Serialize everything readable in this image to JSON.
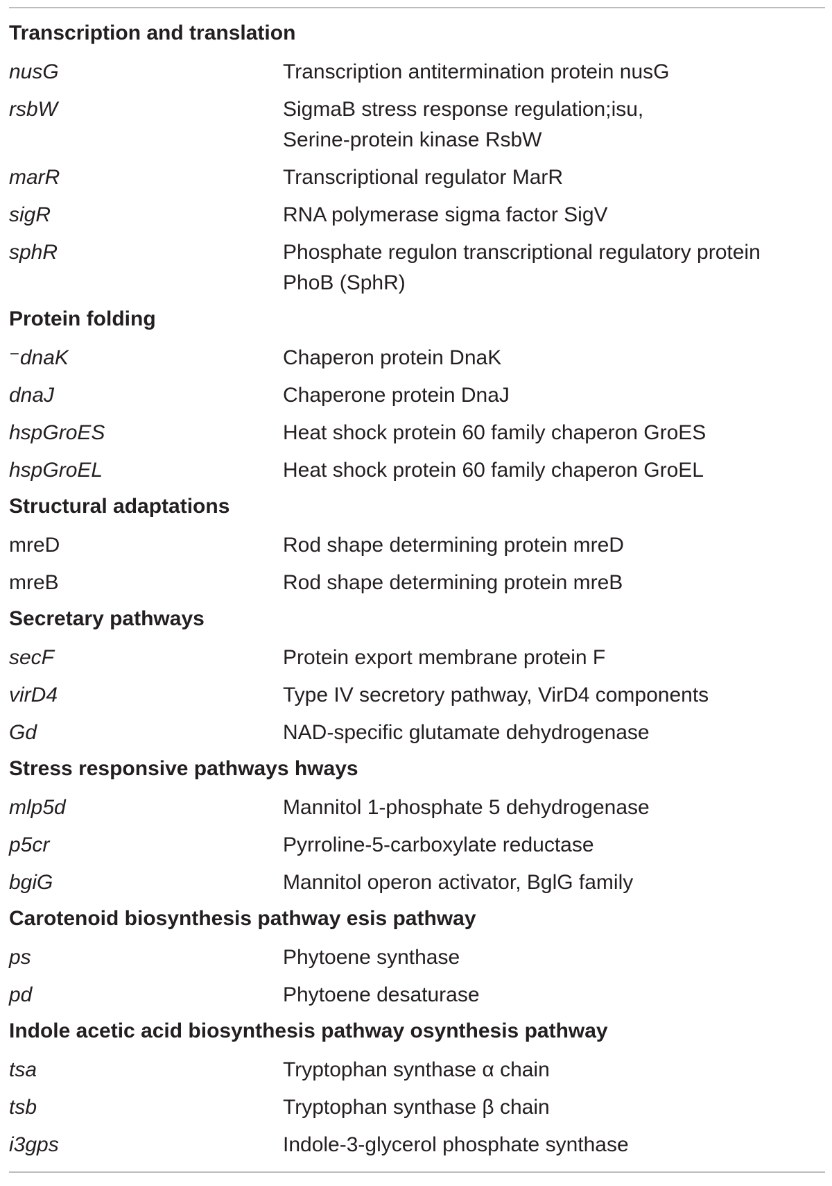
{
  "sections": [
    {
      "title": "Transcription and translation",
      "rows": [
        {
          "gene": "nusG",
          "italic": true,
          "description": "Transcription antitermination protein nusG"
        },
        {
          "gene": "rsbW",
          "italic": true,
          "description": "SigmaB stress response regulation;isu,\nSerine-protein kinase RsbW"
        },
        {
          "gene": "marR",
          "italic": true,
          "description": "Transcriptional regulator MarR"
        },
        {
          "gene": "sigR",
          "italic": true,
          "description": "RNA polymerase sigma factor SigV"
        },
        {
          "gene": "sphR",
          "italic": true,
          "description": "Phosphate regulon transcriptional regulatory protein\nPhoB (SphR)"
        }
      ]
    },
    {
      "title": "Protein folding",
      "rows": [
        {
          "gene": "⁻dnaK",
          "italic": true,
          "description": "Chaperon protein DnaK"
        },
        {
          "gene": "dnaJ",
          "italic": true,
          "description": "Chaperone protein DnaJ"
        },
        {
          "gene": "hspGroES",
          "italic": true,
          "description": "Heat shock protein 60 family chaperon GroES"
        },
        {
          "gene": "hspGroEL",
          "italic": true,
          "description": "Heat shock protein 60 family chaperon GroEL"
        }
      ]
    },
    {
      "title": "Structural adaptations",
      "rows": [
        {
          "gene": "mreD",
          "italic": false,
          "description": "Rod shape determining protein mreD"
        },
        {
          "gene": "mreB",
          "italic": false,
          "description": "Rod shape determining protein mreB"
        }
      ]
    },
    {
      "title": "Secretary pathways",
      "rows": [
        {
          "gene": "secF",
          "italic": true,
          "description": "Protein export membrane protein F"
        },
        {
          "gene": "virD4",
          "italic": true,
          "description": "Type IV secretory pathway, VirD4 components"
        },
        {
          "gene": "Gd",
          "italic": true,
          "description": "NAD-specific glutamate dehydrogenase"
        }
      ]
    },
    {
      "title": "Stress responsive pathways hways",
      "rows": [
        {
          "gene": "mlp5d",
          "italic": true,
          "description": "Mannitol 1-phosphate 5 dehydrogenase"
        },
        {
          "gene": "p5cr",
          "italic": true,
          "description": "Pyrroline-5-carboxylate reductase"
        },
        {
          "gene": "bgiG",
          "italic": true,
          "description": "Mannitol operon activator, BglG family"
        }
      ]
    },
    {
      "title": "Carotenoid biosynthesis pathway esis pathway",
      "rows": [
        {
          "gene": "ps",
          "italic": true,
          "description": "Phytoene synthase"
        },
        {
          "gene": "pd",
          "italic": true,
          "description": "Phytoene desaturase"
        }
      ]
    },
    {
      "title": "Indole acetic acid biosynthesis pathway osynthesis pathway",
      "rows": [
        {
          "gene": "tsa",
          "italic": true,
          "description": "Tryptophan synthase α chain"
        },
        {
          "gene": "tsb",
          "italic": true,
          "description": "Tryptophan synthase β chain"
        },
        {
          "gene": "i3gps",
          "italic": true,
          "description": "Indole-3-glycerol phosphate synthase"
        }
      ]
    }
  ]
}
